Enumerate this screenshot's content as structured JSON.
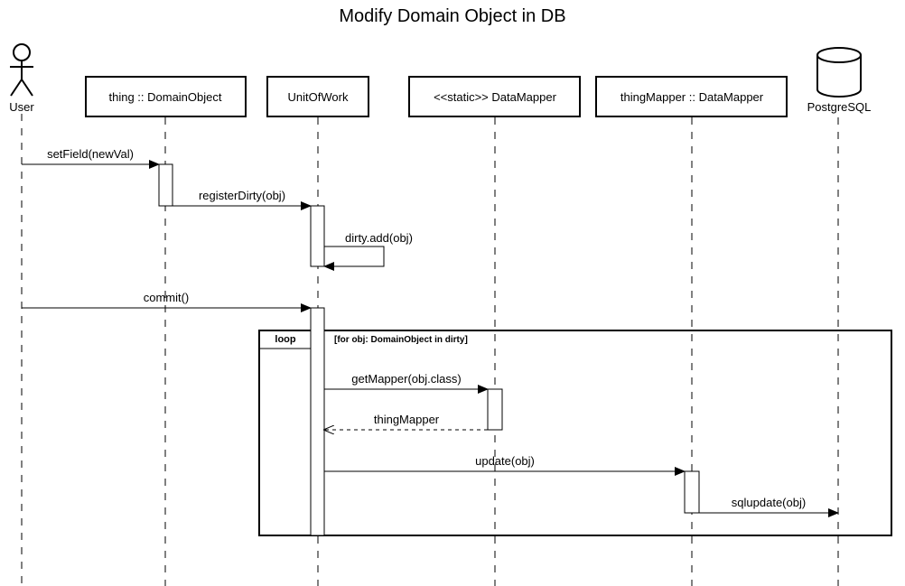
{
  "title": "Modify Domain Object in DB",
  "participants": {
    "user": "User",
    "thing": "thing :: DomainObject",
    "uow": "UnitOfWork",
    "static_mapper": "<<static>> DataMapper",
    "thing_mapper": "thingMapper :: DataMapper",
    "db": "PostgreSQL"
  },
  "messages": {
    "set_field": "setField(newVal)",
    "register_dirty": "registerDirty(obj)",
    "dirty_add": "dirty.add(obj)",
    "commit": "commit()",
    "get_mapper": "getMapper(obj.class)",
    "thing_mapper_return": "thingMapper",
    "update": "update(obj)",
    "sql_update": "sqlupdate(obj)"
  },
  "fragment": {
    "keyword": "loop",
    "guard": "[for obj: DomainObject in dirty]"
  }
}
